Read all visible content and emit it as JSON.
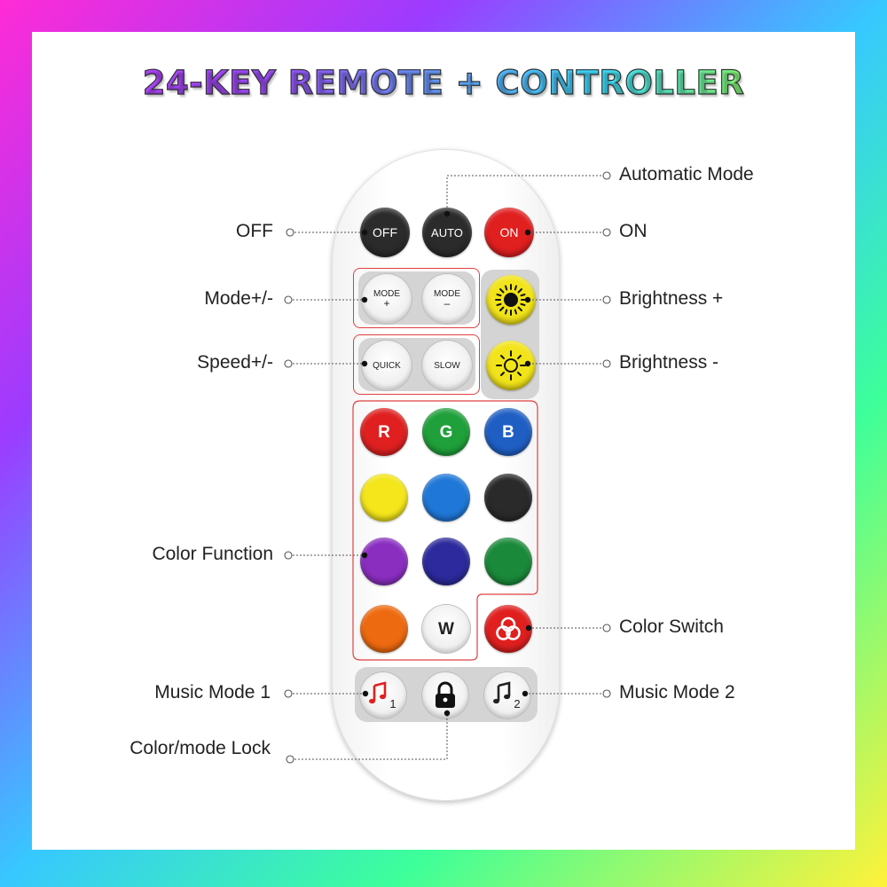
{
  "title": "24-KEY REMOTE + CONTROLLER",
  "buttons": {
    "off": "OFF",
    "auto": "AUTO",
    "on": "ON",
    "mode_plus": [
      "MODE",
      "+"
    ],
    "mode_minus": [
      "MODE",
      "–"
    ],
    "quick": "QUICK",
    "slow": "SLOW",
    "r": "R",
    "g": "G",
    "b": "B",
    "w": "W",
    "music1": "1",
    "music2": "2"
  },
  "colors": {
    "off": "#2b2b2b",
    "auto": "#2b2b2b",
    "on": "#e01f1f",
    "brightness": "#f2e41a",
    "r": "#e02020",
    "g": "#1fa03a",
    "b": "#1f5fc4",
    "yellow": "#f4e61a",
    "blue": "#1f78d8",
    "black": "#2a2a2a",
    "purple": "#8a2ec0",
    "indigo": "#2c2a9c",
    "green": "#1a8a3a",
    "orange": "#ee6a10",
    "color_switch": "#e01f1f"
  },
  "labels": {
    "automatic_mode": "Automatic Mode",
    "off": "OFF",
    "on": "ON",
    "mode": "Mode+/-",
    "brightness_plus": "Brightness +",
    "speed": "Speed+/-",
    "brightness_minus": "Brightness -",
    "color_function": "Color Function",
    "color_switch": "Color Switch",
    "music_mode_1": "Music Mode 1",
    "music_mode_2": "Music Mode 2",
    "color_mode_lock": "Color/mode Lock"
  }
}
